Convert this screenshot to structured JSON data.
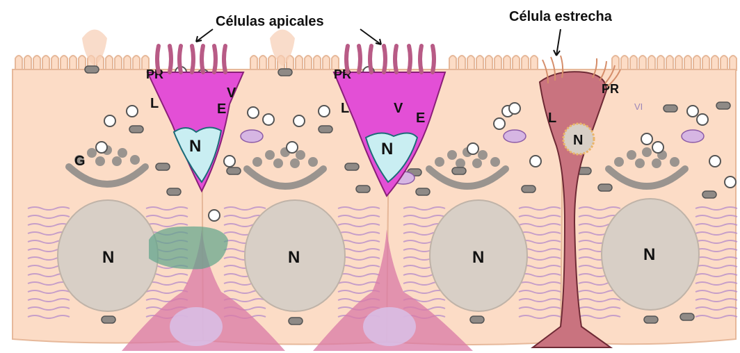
{
  "titles": {
    "apical": "Células apicales",
    "narrow": "Célula estrecha"
  },
  "labels": {
    "N": "N",
    "PR": "PR",
    "L": "L",
    "V": "V",
    "E": "E",
    "G": "G",
    "VI": "VI"
  },
  "colors": {
    "principal_fill": "#fcdcc6",
    "principal_stroke": "#e6b89a",
    "apical_fill": "#e34fd6",
    "apical_stroke": "#8a1f78",
    "narrow_fill": "#c9737f",
    "narrow_stroke": "#6e2a35",
    "nucleus_principal": "#d8cfc6",
    "nucleus_apical": "#c9eef2",
    "basal_cell": "#d97aa6",
    "halo_cell": "#7fb89a",
    "golgi": "#9a948f",
    "er": "#b48ac9"
  }
}
